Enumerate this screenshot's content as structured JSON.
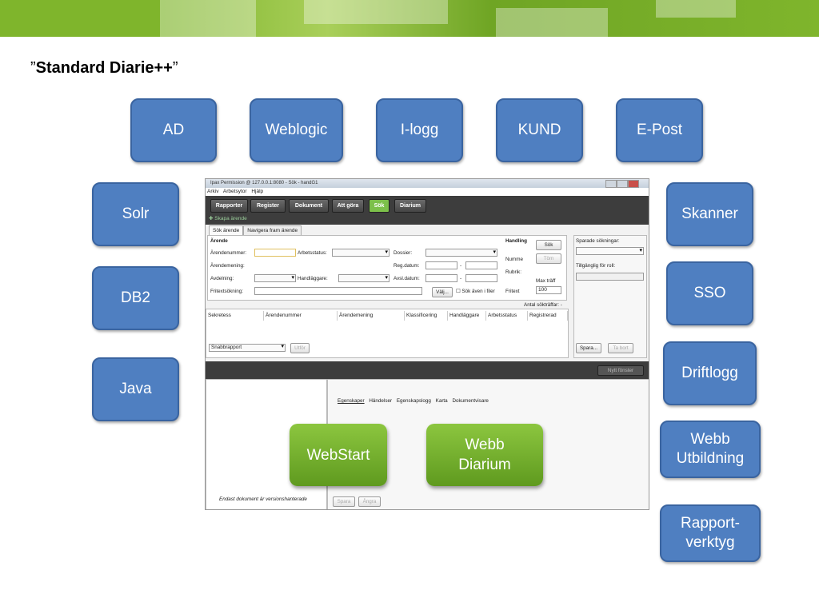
{
  "title_prefix": "”",
  "title_bold": "Standard Diarie++",
  "title_suffix": "”",
  "colors": {
    "box_blue": "#4f7fc1",
    "box_green": "#7cb43a",
    "banner_green": "#7fb52c"
  },
  "top_boxes": [
    "AD",
    "Weblogic",
    "I-logg",
    "KUND",
    "E-Post"
  ],
  "left_boxes": [
    "Solr",
    "DB2",
    "Java"
  ],
  "right_boxes": [
    "Skanner",
    "SSO",
    "Driftlogg",
    "Webb\nUtbildning",
    "Rapport-\nverktyg"
  ],
  "green_boxes": [
    "WebStart",
    "Webb\nDiarium"
  ],
  "app": {
    "window_title": "Ipax Permission @ 127.0.0.1:8080 - Sök - handG1",
    "menu": [
      "Arkiv",
      "Arbetsytor",
      "Hjälp"
    ],
    "toolbar": [
      "Rapporter",
      "Register",
      "Dokument",
      "Att göra",
      "Sök",
      "Diarium"
    ],
    "new_case": "Skapa ärende",
    "tabs": [
      "Sök ärende",
      "Navigera fram ärende"
    ],
    "section_title": "Ärende",
    "fields": {
      "arendenummer": "Ärendenummer:",
      "arbetsstatus": "Arbetsstatus:",
      "dossier": "Dossier:",
      "arendemening": "Ärendemening:",
      "reg_datum": "Reg.datum:",
      "avdelning": "Avdelning:",
      "handlaggare": "Handläggare:",
      "avsl_datum": "Avsl.datum:",
      "fritextsokning": "Fritextsökning:",
      "dash": "-",
      "valj": "Välj...",
      "sok_aven": "Sök även i filer"
    },
    "handling": {
      "title": "Handling",
      "nummer": "Numme",
      "rubrik": "Rubrik:",
      "fritext": "Fritext"
    },
    "sok_button": "Sök",
    "tom_button": "Töm",
    "max_traff_label": "Max träff",
    "max_traff_value": "100",
    "antal": "Antal sökträffar: -",
    "saved_searches": "Sparade sökningar:",
    "role_access": "Tillgänglig för roll:",
    "columns": [
      "Sekretess",
      "Ärendenummer",
      "Ärendemening",
      "Klassificering",
      "Handläggare",
      "Arbetsstatus",
      "Registrerad"
    ],
    "snabbrapport": "Snabbrapport",
    "utfor": "Utför",
    "spara": "Spara...",
    "ta_bort": "Ta bort",
    "nytt_fonster": "Nytt fönster",
    "detail_tabs": [
      "Egenskaper",
      "Händelser",
      "Egenskapslogg",
      "Karta",
      "Dokumentvisare"
    ],
    "footer_note": "Endast dokument är versionshanterade",
    "footer_spara": "Spara",
    "footer_angra": "Ångra"
  }
}
